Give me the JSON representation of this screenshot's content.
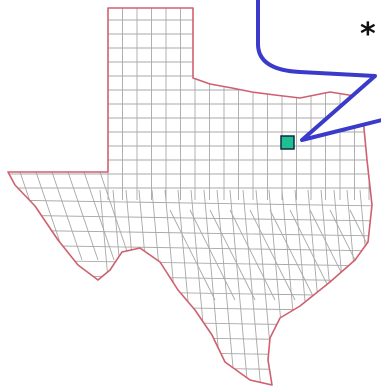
{
  "map": {
    "region": "Texas",
    "subdivisions": "counties",
    "marker": {
      "shape": "square"
    },
    "callout": {
      "text": "*"
    }
  },
  "colors": {
    "state_outline": "#d06070",
    "county_lines": "#a8a8a8",
    "marker_fill": "#1fbf8f",
    "marker_stroke": "#0b2a4a",
    "callout_stroke": "#3a3acb",
    "background": "#ffffff"
  }
}
